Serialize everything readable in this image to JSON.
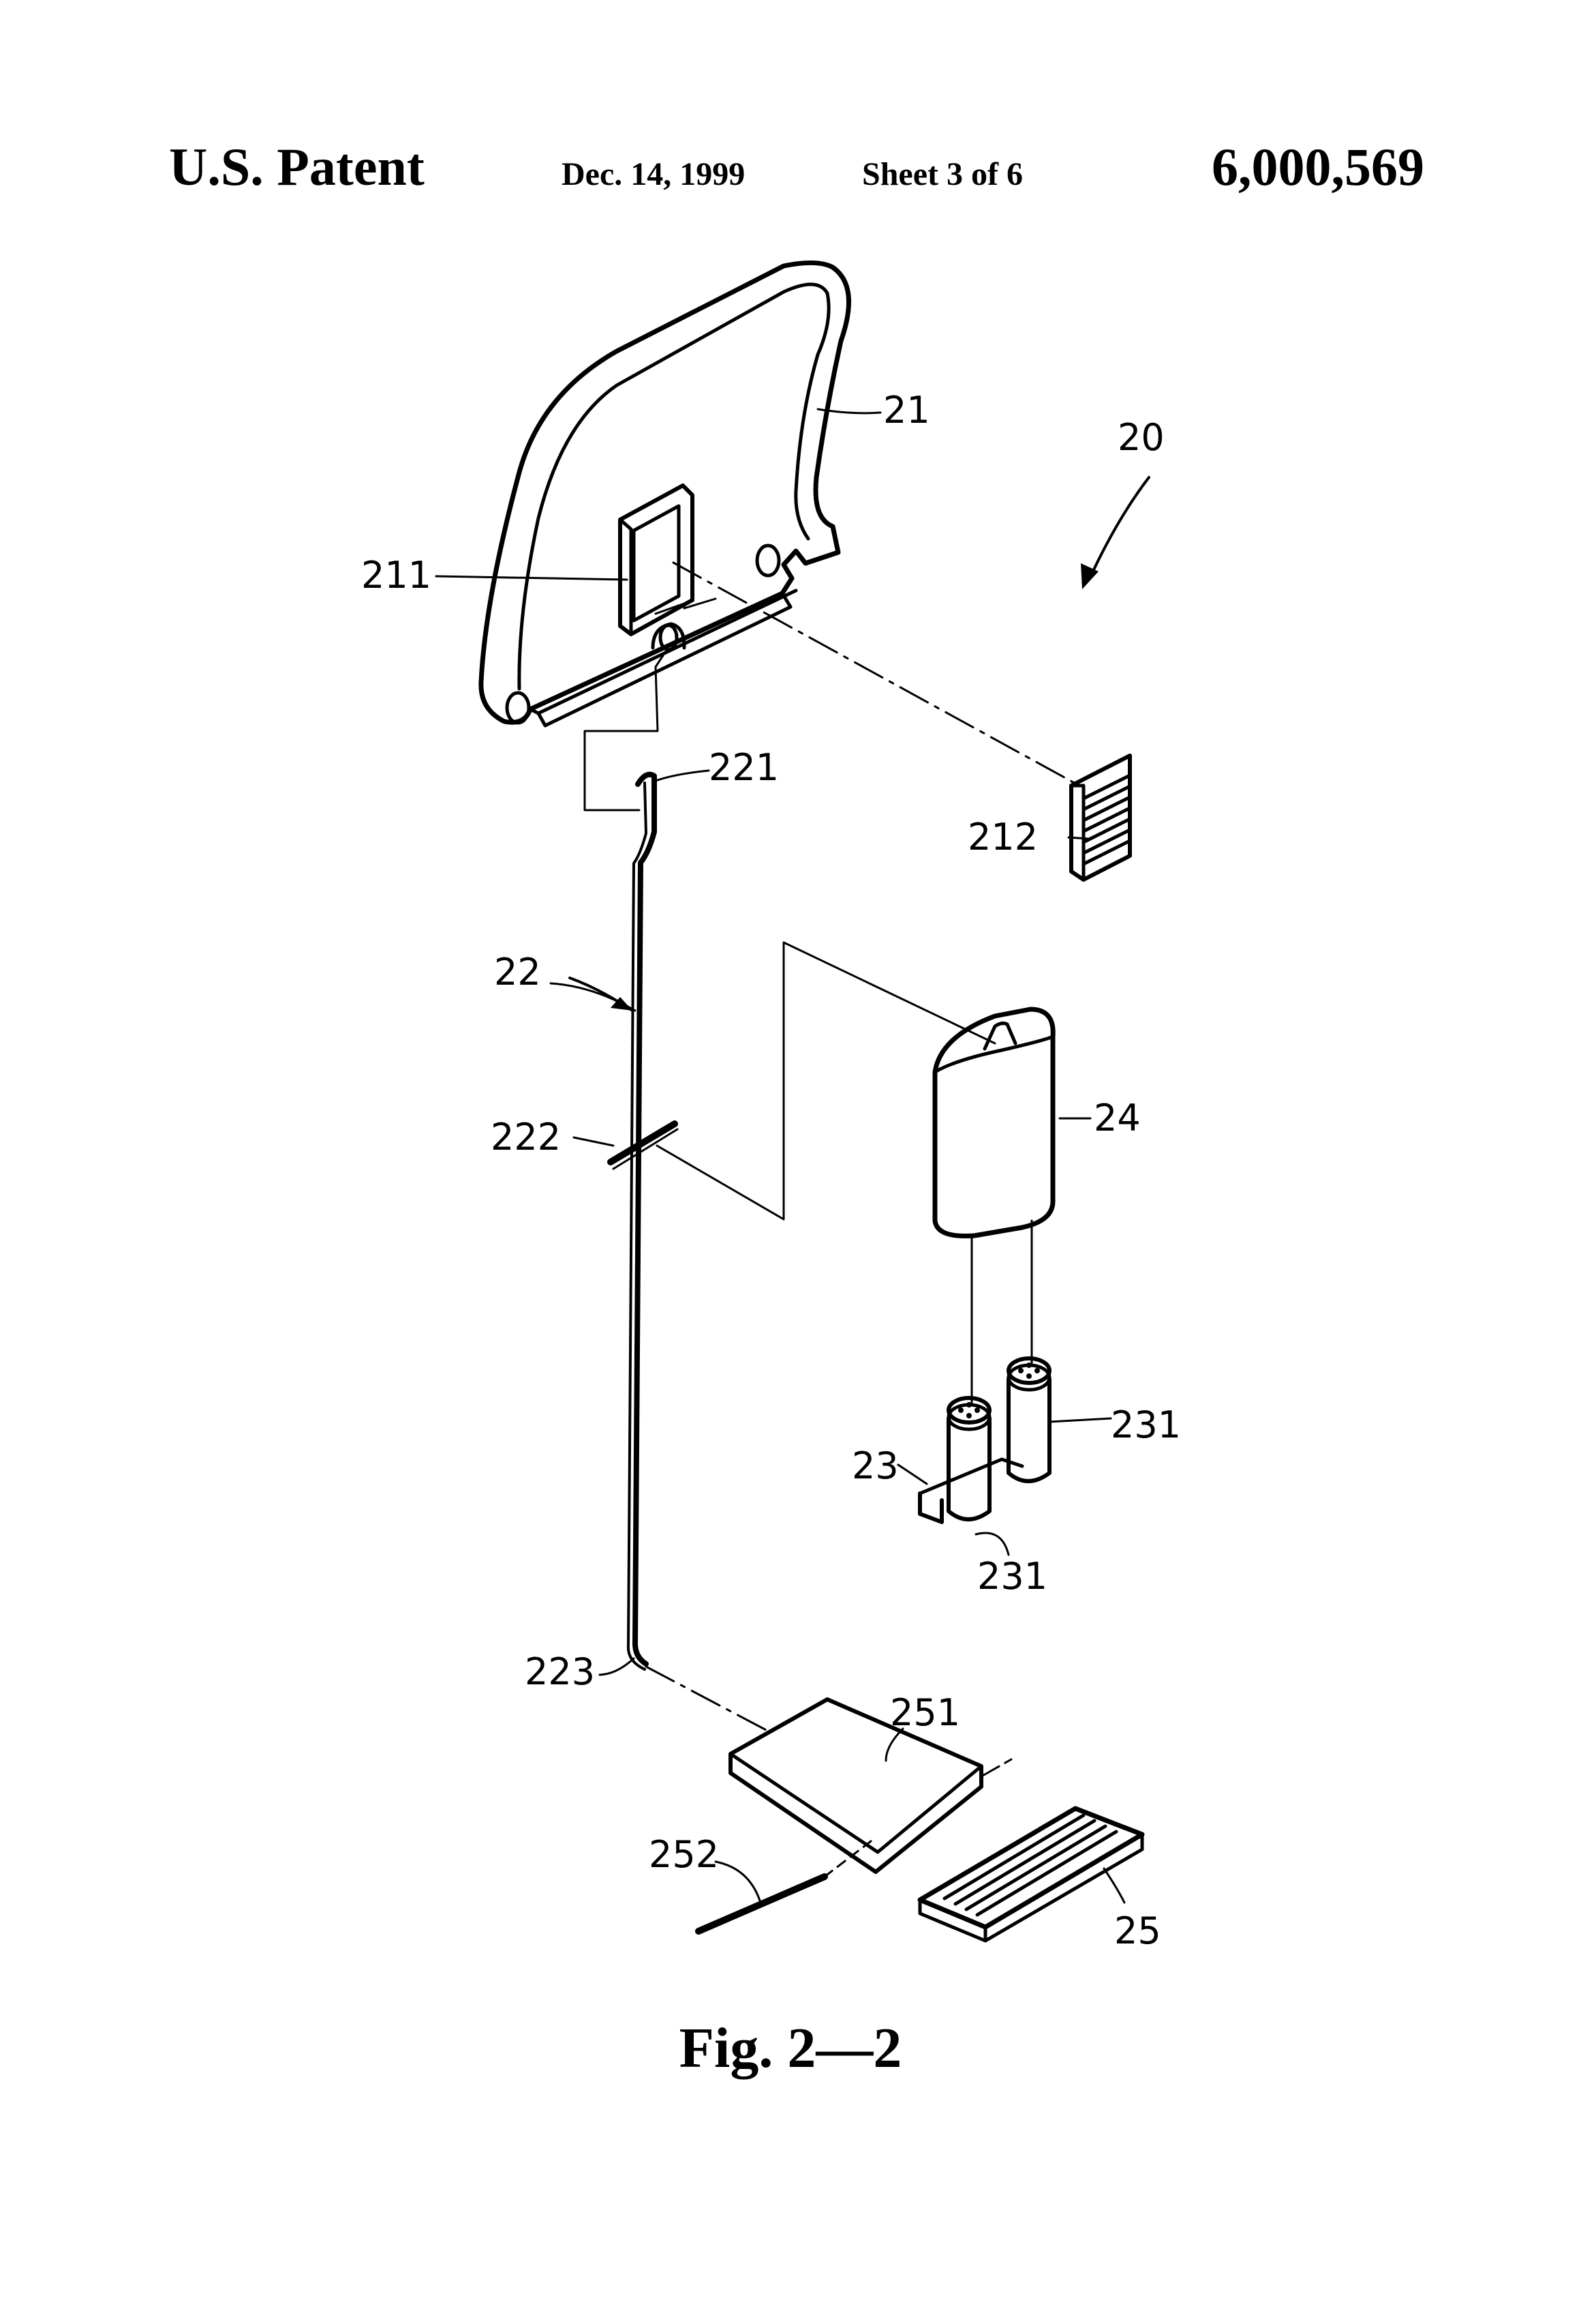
{
  "header": {
    "left": "U.S. Patent",
    "date": "Dec. 14, 1999",
    "sheet": "Sheet 3 of 6",
    "patent_number": "6,000,569"
  },
  "labels": {
    "l20": "20",
    "l21": "21",
    "l211": "211",
    "l212": "212",
    "l22": "22",
    "l221": "221",
    "l222": "222",
    "l223": "223",
    "l23": "23",
    "l231a": "231",
    "l231b": "231",
    "l24": "24",
    "l25": "25",
    "l251": "251",
    "l252": "252"
  },
  "caption": "Fig. 2—2"
}
